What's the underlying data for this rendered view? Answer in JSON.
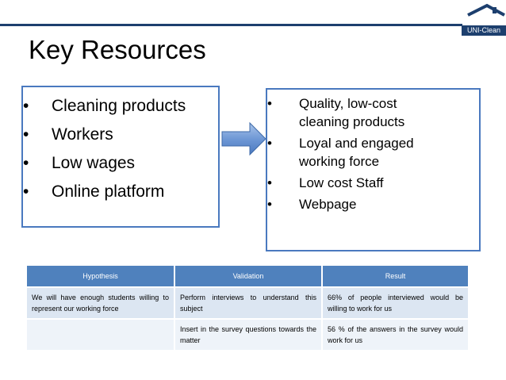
{
  "header": {
    "logo_text": "UNI-Clean",
    "title": "Key Resources",
    "line_color": "#1d3f6e"
  },
  "left_box": {
    "items": [
      "Cleaning products",
      "Workers",
      "Low wages",
      "Online platform"
    ]
  },
  "right_box": {
    "items": [
      [
        "Quality, low-cost",
        "cleaning products"
      ],
      [
        "Loyal and engaged",
        "working force"
      ],
      [
        "Low cost Staff"
      ],
      [
        "Webpage"
      ]
    ]
  },
  "bullet": "•",
  "arrow_icon": "right-arrow-icon",
  "colors": {
    "accent": "#4a79bf",
    "table_header": "#4f81bd",
    "row_a": "#dce6f2",
    "row_b": "#eef3f9"
  },
  "table": {
    "headers": [
      "Hypothesis",
      "Validation",
      "Result"
    ],
    "rows": [
      [
        "We will have enough students willing to represent our working force",
        "Perform interviews to understand this subject",
        "66% of people interviewed would be willing to work for us"
      ],
      [
        "",
        "Insert in the survey questions towards the matter",
        "56 % of the answers in the survey would work for us"
      ]
    ]
  }
}
